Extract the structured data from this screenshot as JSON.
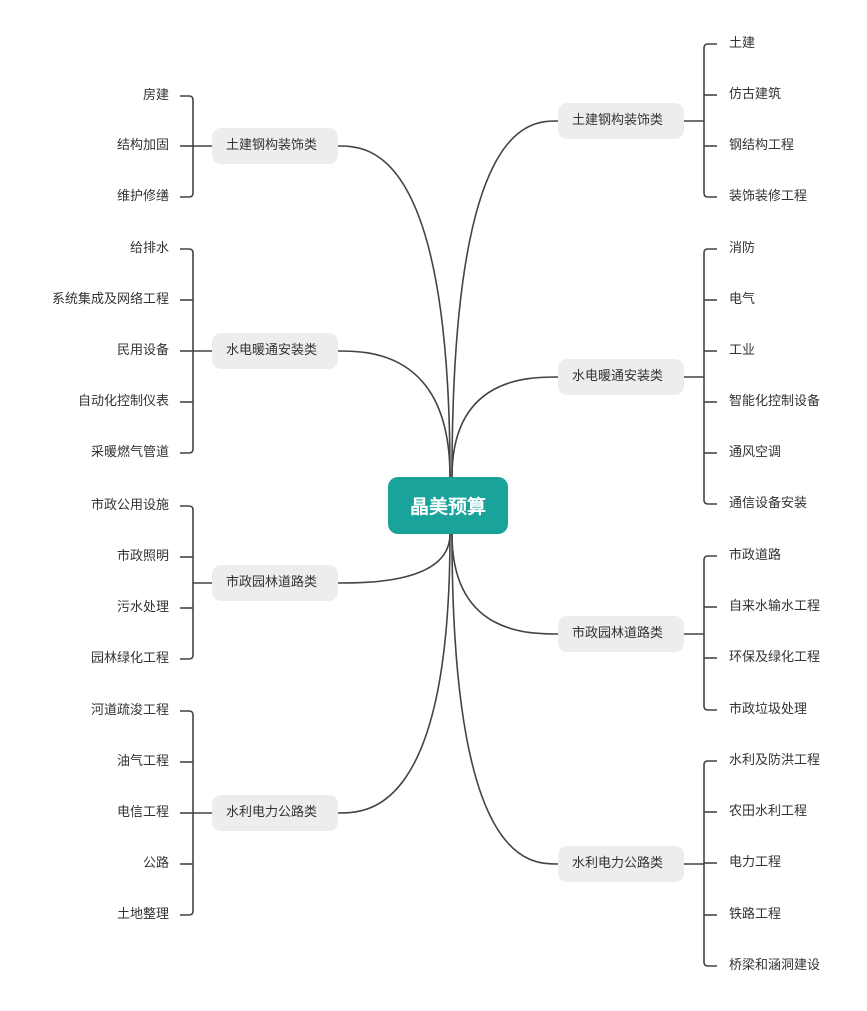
{
  "root": {
    "label": "晶美预算",
    "color": "#1aa39a"
  },
  "left_branches": [
    {
      "label": "土建钢构装饰类",
      "children": [
        "房建",
        "结构加固",
        "维护修缮"
      ]
    },
    {
      "label": "水电暖通安装类",
      "children": [
        "给排水",
        "系统集成及网络工程",
        "民用设备",
        "自动化控制仪表",
        "采暖燃气管道"
      ]
    },
    {
      "label": "市政园林道路类",
      "children": [
        "市政公用设施",
        "市政照明",
        "污水处理",
        "园林绿化工程"
      ]
    },
    {
      "label": "水利电力公路类",
      "children": [
        "河道疏浚工程",
        "油气工程",
        "电信工程",
        "公路",
        "土地整理"
      ]
    }
  ],
  "right_branches": [
    {
      "label": "土建钢构装饰类",
      "children": [
        "土建",
        "仿古建筑",
        "钢结构工程",
        "装饰装修工程"
      ]
    },
    {
      "label": "水电暖通安装类",
      "children": [
        "消防",
        "电气",
        "工业",
        "智能化控制设备",
        "通风空调",
        "通信设备安装"
      ]
    },
    {
      "label": "市政园林道路类",
      "children": [
        "市政道路",
        "自来水输水工程",
        "环保及绿化工程",
        "市政垃圾处理"
      ]
    },
    {
      "label": "水利电力公路类",
      "children": [
        "水利及防洪工程",
        "农田水利工程",
        "电力工程",
        "铁路工程",
        "桥梁和涵洞建设"
      ]
    }
  ],
  "colors": {
    "line": "#444444",
    "branch_fill": "#ededed",
    "text": "#333333"
  }
}
